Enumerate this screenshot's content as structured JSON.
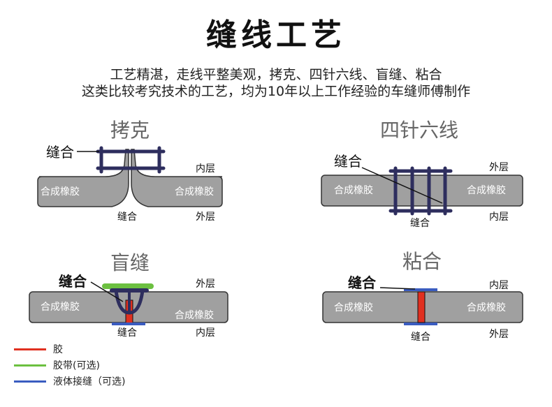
{
  "title": "缝线工艺",
  "subtitle": [
    "工艺精湛，走线平整美观，拷克、四针六线、盲缝、粘合",
    "这类比较考究技术的工艺，均为10年以上工作经验的车缝师傅制作"
  ],
  "colors": {
    "material": "#a0a0a0",
    "stitch": "#2e2e5e",
    "glue": "#e03020",
    "glue_tape": "#6cc040",
    "liquid_seam": "#3a5cc0",
    "heading": "#666666"
  },
  "panels": {
    "overlock": {
      "heading": "拷克",
      "callout": "缝合",
      "material_left": "合成橡胶",
      "material_right": "合成橡胶",
      "top_label": "内层",
      "bottom_label": "外层",
      "seam_label": "缝合"
    },
    "flatlock": {
      "heading": "四针六线",
      "callout": "缝合",
      "material_left": "合成橡胶",
      "material_right": "合成橡胶",
      "top_label": "外层",
      "bottom_label": "内层",
      "seam_label": "缝合"
    },
    "blind": {
      "heading": "盲缝",
      "callout": "缝合",
      "material_left": "合成橡胶",
      "material_right": "合成橡胶",
      "top_label": "外层",
      "bottom_label": "内层",
      "seam_label": "缝合"
    },
    "glued": {
      "heading": "粘合",
      "callout": "缝合",
      "material_left": "合成橡胶",
      "material_right": "合成橡胶",
      "top_label": "内层",
      "bottom_label": "外层",
      "seam_label": "缝合"
    }
  },
  "legend": [
    {
      "label": "胶",
      "color": "#e03020"
    },
    {
      "label": "胶带(可选)",
      "color": "#6cc040"
    },
    {
      "label": "液体接缝（可选)",
      "color": "#3a5cc0"
    }
  ]
}
